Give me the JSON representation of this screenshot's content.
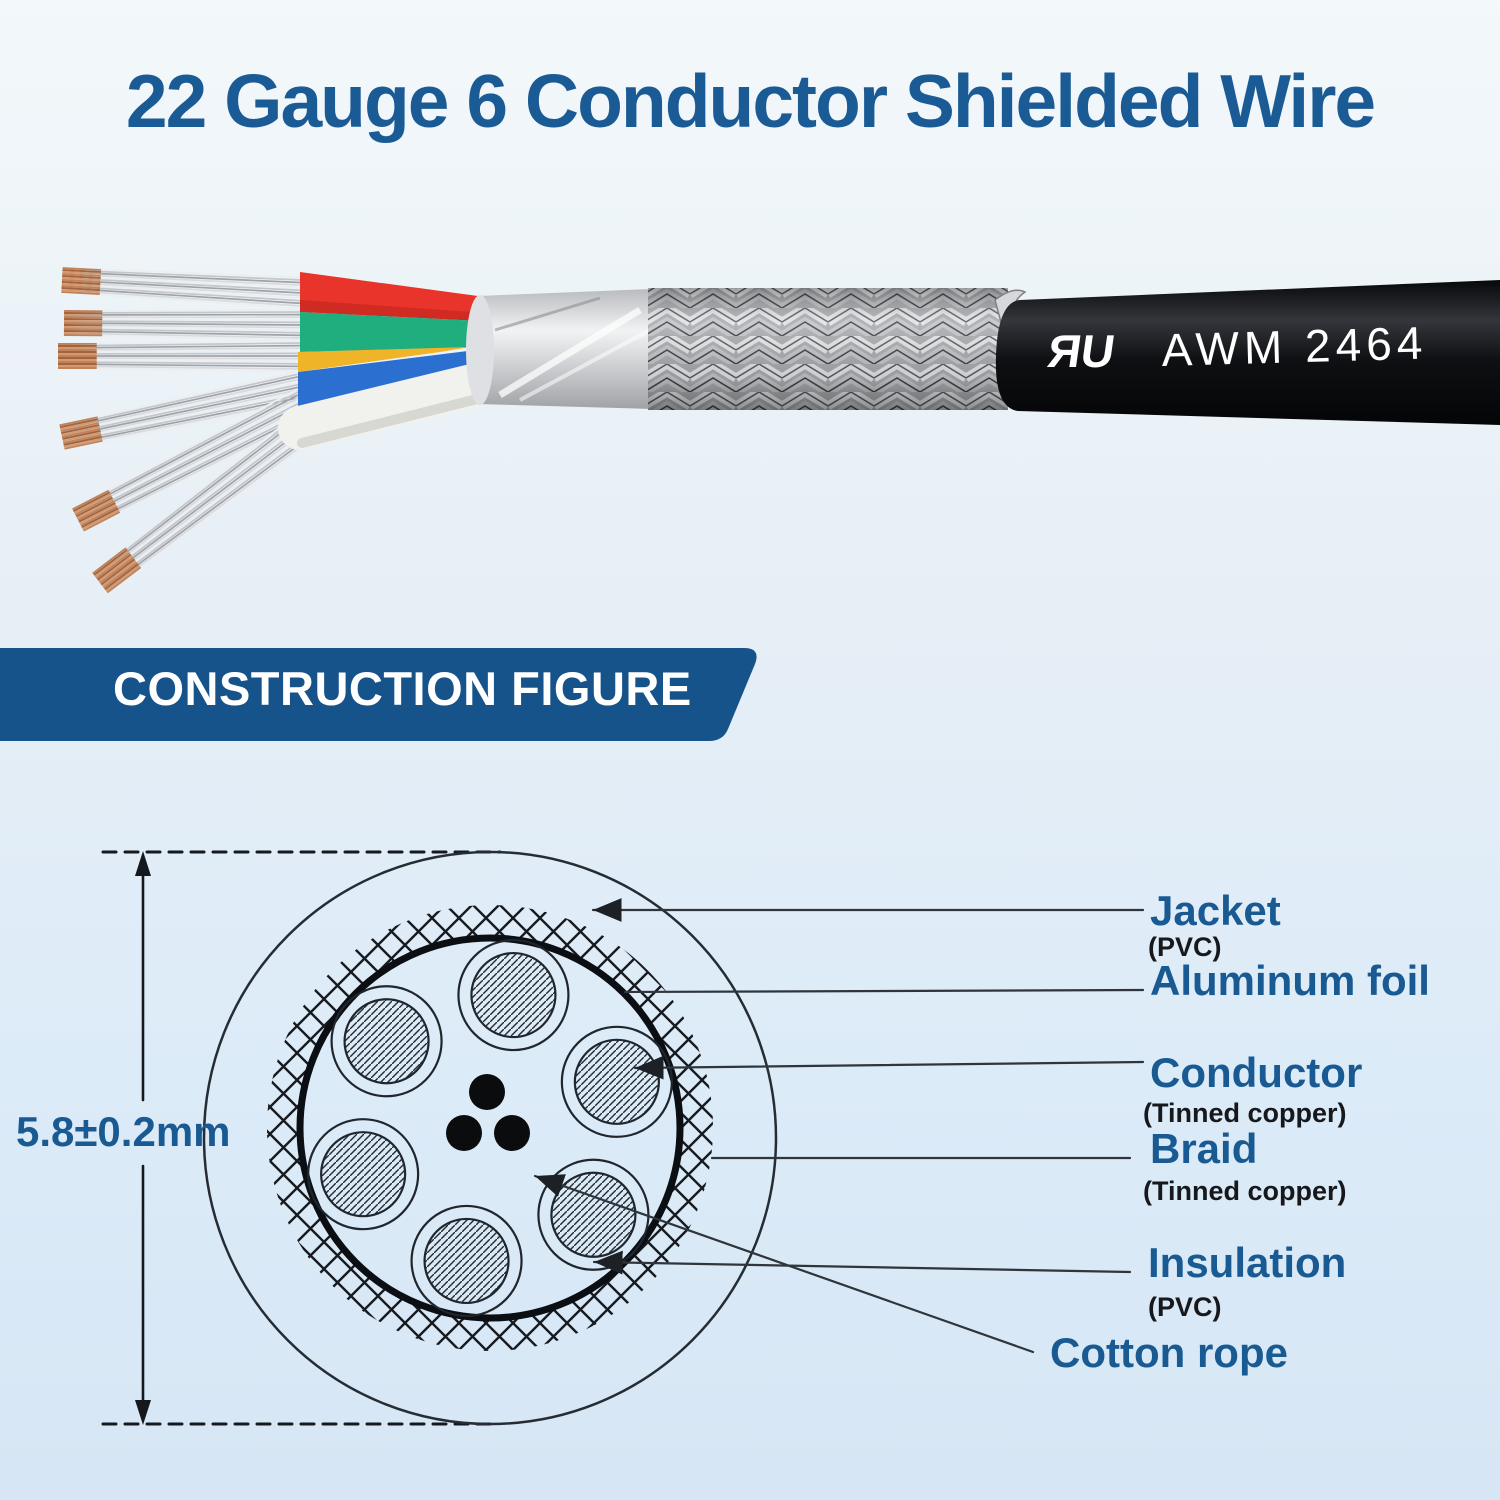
{
  "title": "22 Gauge 6 Conductor Shielded Wire",
  "cable_photo": {
    "ul_mark": "ЯU",
    "jacket_print": "AWM 2464",
    "conductor_colors": [
      "#e8342a",
      "#1faf7e",
      "#f0b429",
      "#2b6fd0",
      "#1e1f23",
      "#f4f4f2"
    ],
    "jacket_color": "#0c0d10",
    "shield_color": "#c7c8cb"
  },
  "section_banner": {
    "label": "CONSTRUCTION FIGURE",
    "bg": "#15538a"
  },
  "construction_figure": {
    "dimension": "5.8±0.2mm",
    "jacket": {
      "name": "Jacket",
      "sub": "(PVC)"
    },
    "aluminum_foil": {
      "name": "Aluminum foil"
    },
    "conductor": {
      "name": "Conductor",
      "sub": "(Tinned copper)"
    },
    "braid": {
      "name": "Braid",
      "sub": "(Tinned copper)"
    },
    "insulation": {
      "name": "Insulation",
      "sub": "(PVC)"
    },
    "cotton_rope": {
      "name": "Cotton rope"
    }
  },
  "colors": {
    "accent_blue": "#1b5b95",
    "label_blue": "#1a5a92",
    "banner_bg": "#15538a",
    "line_dark": "#20262d",
    "background_top": "#f3f8fa",
    "background_bottom": "#d6e6f4"
  }
}
